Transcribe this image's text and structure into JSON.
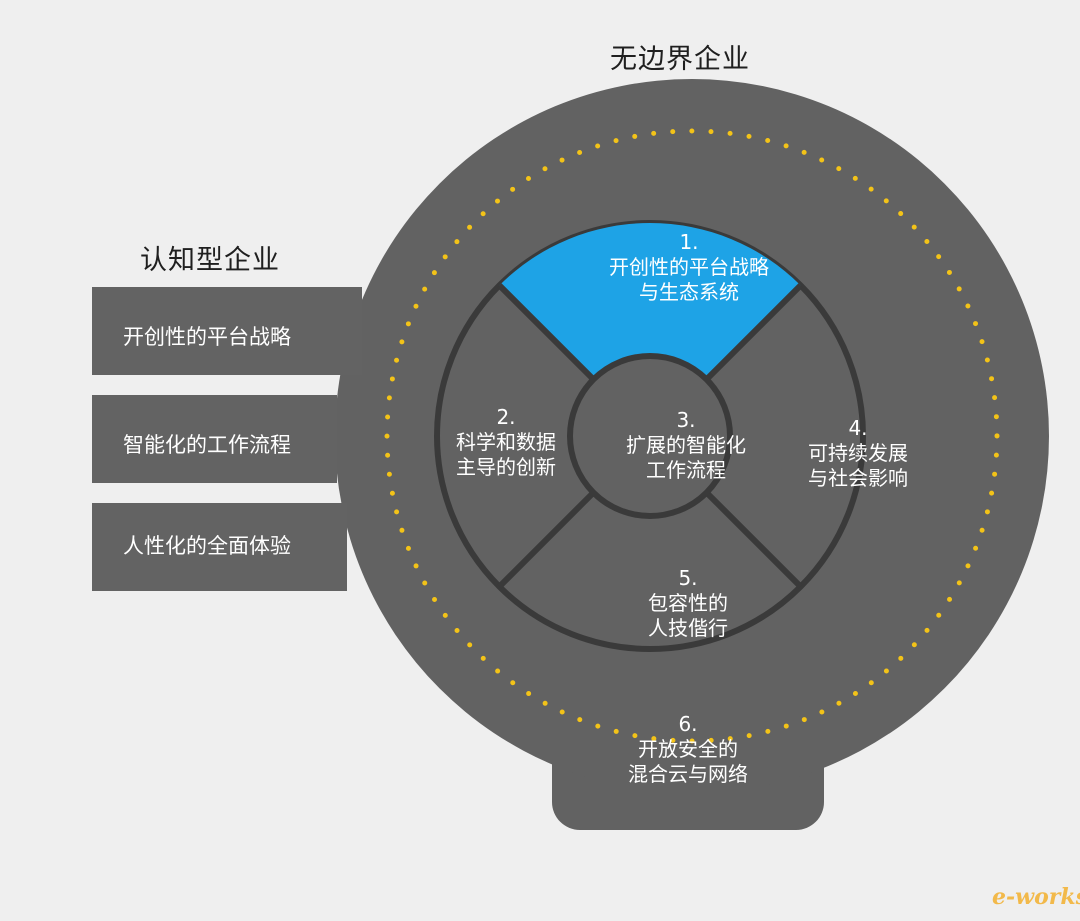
{
  "outer_title": "无边界企业",
  "left_title": "认知型企业",
  "left_items": [
    "开创性的平台战略",
    "智能化的工作流程",
    "人性化的全面体验"
  ],
  "segments": [
    {
      "num": "1.",
      "line1": "开创性的平台战略",
      "line2": "与生态系统",
      "highlighted": true
    },
    {
      "num": "2.",
      "line1": "科学和数据",
      "line2": "主导的创新",
      "highlighted": false
    },
    {
      "num": "3.",
      "line1": "扩展的智能化",
      "line2": "工作流程",
      "highlighted": false
    },
    {
      "num": "4.",
      "line1": "可持续发展",
      "line2": "与社会影响",
      "highlighted": false
    },
    {
      "num": "5.",
      "line1": "包容性的",
      "line2": "人技偕行",
      "highlighted": false
    },
    {
      "num": "6.",
      "line1": "开放安全的",
      "line2": "混合云与网络",
      "highlighted": false
    }
  ],
  "watermark": "e-works",
  "colors": {
    "background": "#efefef",
    "dark_gray": "#626262",
    "ring_line": "#3a3a3a",
    "highlight_blue": "#1ea3e6",
    "dot_yellow": "#f3c318",
    "text_white": "#ffffff"
  }
}
